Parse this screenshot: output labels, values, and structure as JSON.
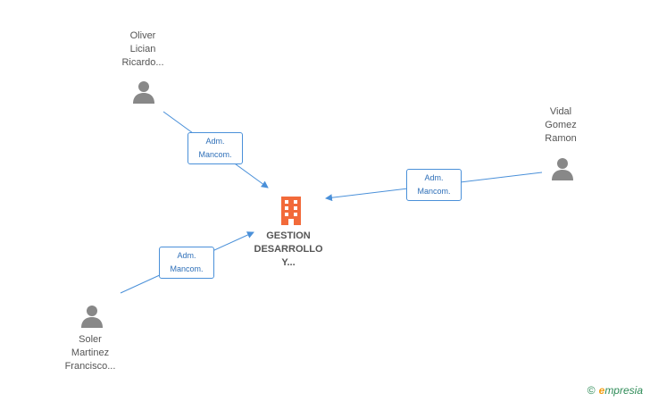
{
  "relation_label": [
    "Adm.",
    "Mancom."
  ],
  "company": {
    "lines": [
      "GESTION",
      "DESARROLLO",
      "Y..."
    ]
  },
  "people": [
    {
      "lines": [
        "Oliver",
        "Lician",
        "Ricardo..."
      ]
    },
    {
      "lines": [
        "Vidal",
        "Gomez",
        "Ramon"
      ]
    },
    {
      "lines": [
        "Soler",
        "Martinez",
        "Francisco..."
      ]
    }
  ],
  "colors": {
    "edge": "#4a90d9",
    "company_icon": "#f26a3a",
    "person_icon": "#888888"
  },
  "brand": {
    "copyright": "©",
    "name_initial": "e",
    "name_rest": "mpresia"
  }
}
